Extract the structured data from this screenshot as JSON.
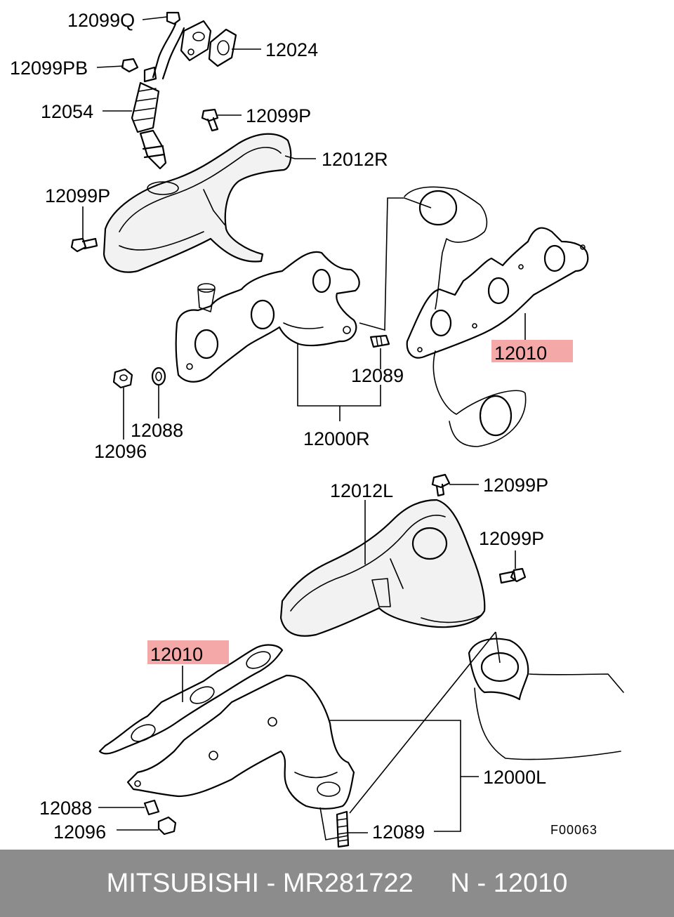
{
  "diagram": {
    "labels": {
      "l12099Q": "12099Q",
      "l12024": "12024",
      "l12099PB": "12099PB",
      "l12054": "12054",
      "l12099P_a": "12099P",
      "l12012R": "12012R",
      "l12099P_b": "12099P",
      "l12010_top": "12010",
      "l12089_top": "12089",
      "l12088_top": "12088",
      "l12096_top": "12096",
      "l12000R": "12000R",
      "l12012L": "12012L",
      "l12099P_c": "12099P",
      "l12099P_d": "12099P",
      "l12010_bottom": "12010",
      "l12000L": "12000L",
      "l12088_bottom": "12088",
      "l12096_bottom": "12096",
      "l12089_bottom": "12089"
    },
    "figure_code": "F00063",
    "highlight_color": "#f4a8a8"
  },
  "footer": {
    "text": "MITSUBISHI - MR281722     N - 12010",
    "background": "#8c8c8c"
  }
}
